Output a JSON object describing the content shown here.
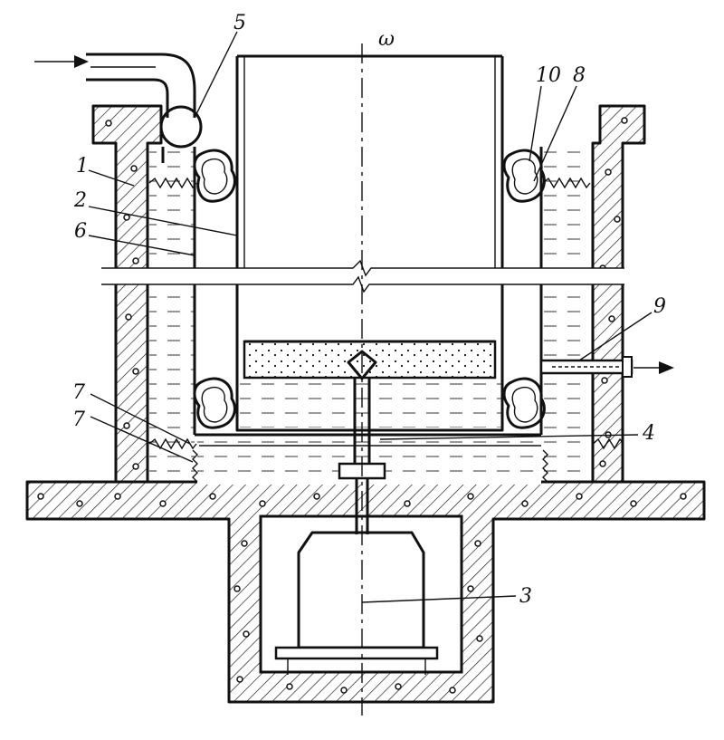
{
  "figure": {
    "axis_label": "ω",
    "labels": {
      "n1": "1",
      "n2": "2",
      "n3": "3",
      "n4": "4",
      "n5": "5",
      "n6": "6",
      "n7a": "7",
      "n7b": "7",
      "n8": "8",
      "n9": "9",
      "n10": "10"
    },
    "ink_color": "#111111",
    "paper_color": "#ffffff"
  }
}
